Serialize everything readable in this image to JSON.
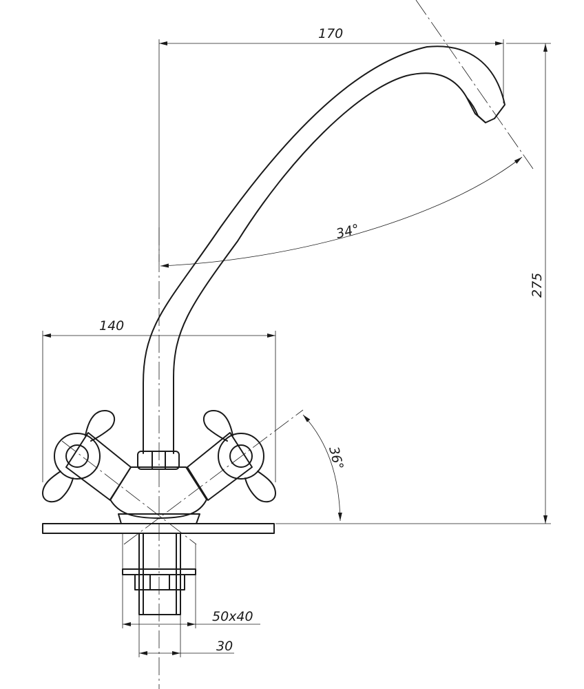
{
  "dimensions": {
    "overall_width": "170",
    "overall_height": "275",
    "handle_span": "140",
    "spout_angle": "34°",
    "handle_angle": "36°",
    "mount_flange": "50x40",
    "shank_diameter": "30"
  }
}
